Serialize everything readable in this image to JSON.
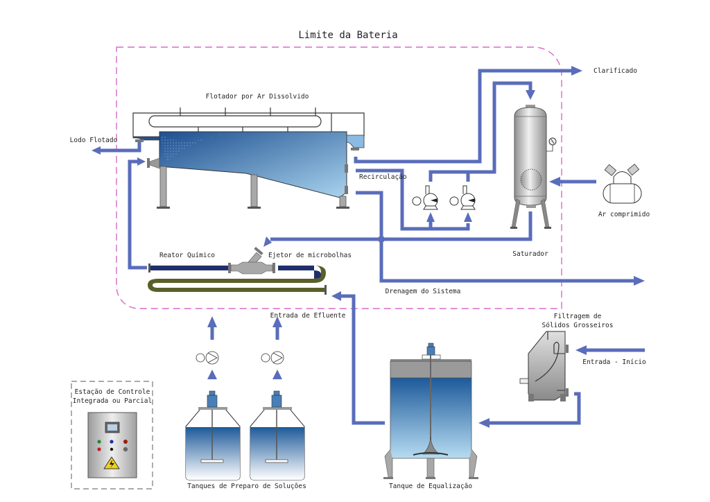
{
  "diagram": {
    "title": "Limite da Bateria",
    "labels": {
      "flotator": "Flotador por Ar Dissolvido",
      "sludge": "Lodo Flotado",
      "recirculation": "Recirculação",
      "clarified": "Clarificado",
      "compressed_air": "Ar comprimido",
      "saturator": "Saturador",
      "chemical_reactor": "Reator Químico",
      "microbubble_ejector": "Ejetor de microbolhas",
      "system_drain": "Drenagem do Sistema",
      "effluent_inlet": "Entrada de Efluente",
      "screening_line1": "Filtragem de",
      "screening_line2": "Sólidos Grosseiros",
      "inlet_start": "Entrada - Início",
      "control_line1": "Estação de Controle",
      "control_line2": "Integrada ou Parcial",
      "prep_tanks": "Tanques de Preparo de Soluções",
      "equalization_tank": "Tanque de Equalização"
    },
    "colors": {
      "pipe": "#5a6dbb",
      "battery_limit": "#d86ac8",
      "liquid_dark": "#1d4f8f",
      "liquid_light": "#a9d3ee",
      "steel": "#a8a8a8",
      "reactor_blue": "#1f2f6b",
      "reactor_olive": "#5a5f2a",
      "warning_yellow": "#f2d21b"
    },
    "control_panel_lights": [
      "green",
      "blue",
      "red",
      "red",
      "black",
      "gray"
    ]
  }
}
